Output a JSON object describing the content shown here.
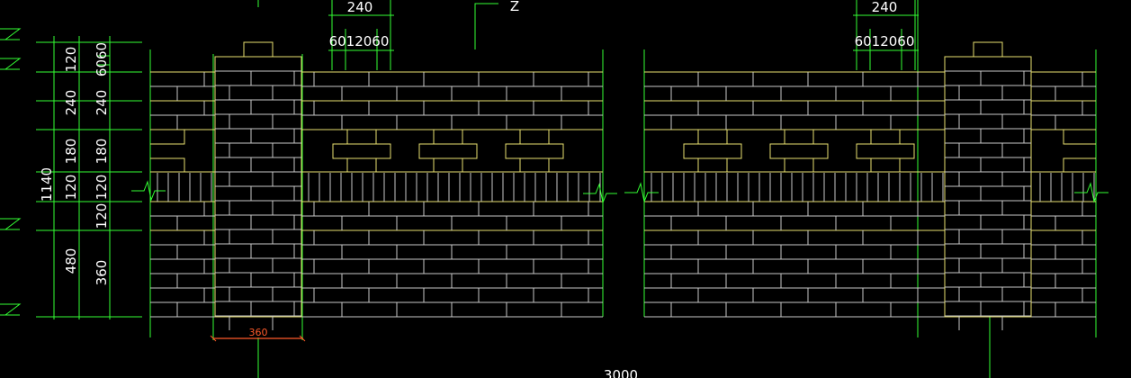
{
  "drawing": {
    "colors": {
      "background": "#000000",
      "dimension": "#33ff33",
      "wall_line": "#c8c8c8",
      "yellow": "#e8e070",
      "accent": "#ff5a2a",
      "text": "#ffffff"
    },
    "top_dims": {
      "left": {
        "overall": "240",
        "sub": "6012060"
      },
      "right": {
        "overall": "240",
        "sub": "6012060"
      },
      "section_mark": "Z"
    },
    "left_dims": {
      "outer": {
        "total": "1140",
        "lower": "480"
      },
      "inner": [
        "120",
        "240",
        "180",
        "120",
        "120",
        "360"
      ],
      "top_small": "6060"
    },
    "pier_width": "360",
    "bottom_dim": "3000"
  }
}
